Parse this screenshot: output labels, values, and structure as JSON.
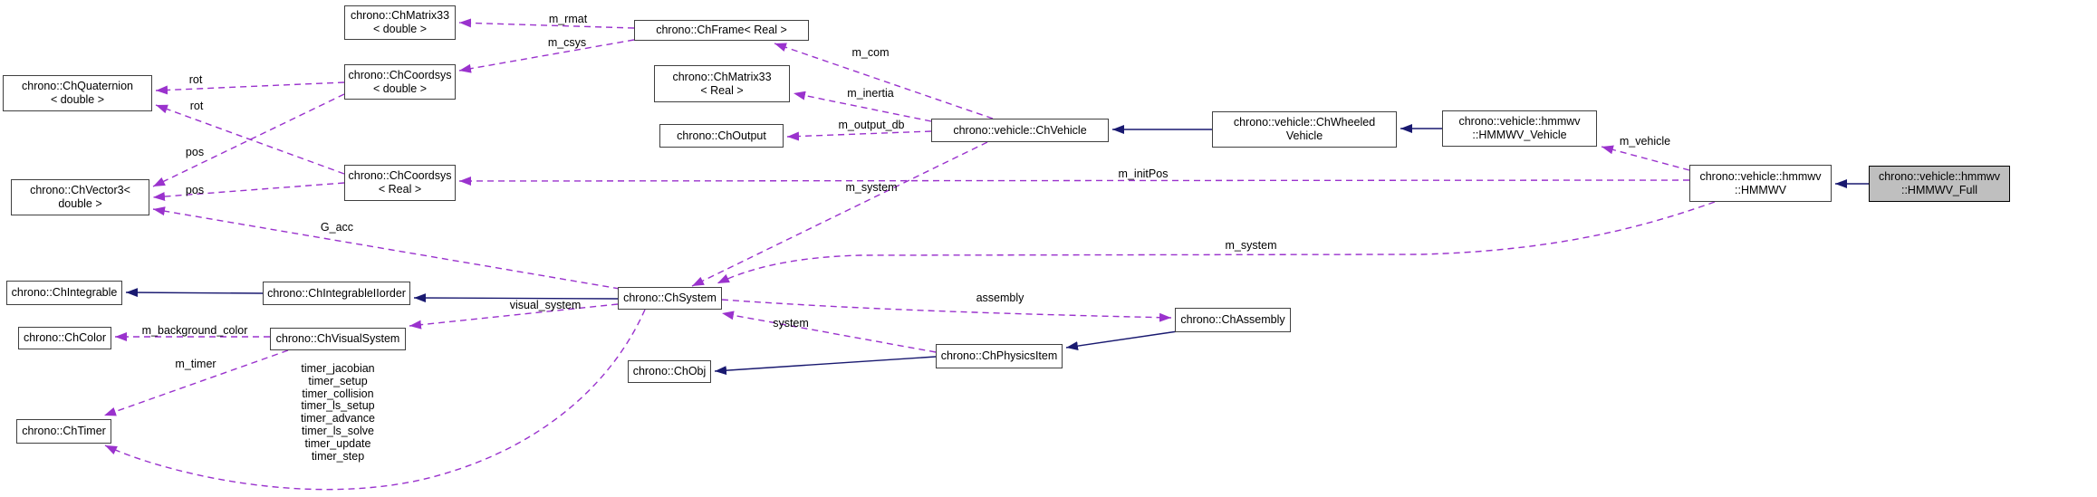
{
  "diagram_type": "class-collaboration-diagram",
  "colors": {
    "usage_edge": "#9a32cd",
    "inheritance_edge": "#191970",
    "node_border": "#404040",
    "node_fill": "#ffffff",
    "highlight_fill": "#bfbfbf",
    "background": "#ffffff"
  },
  "nodes": {
    "matrix33_double": {
      "label": "chrono::ChMatrix33\n< double >"
    },
    "quaternion_double": {
      "label": "chrono::ChQuaternion\n< double >"
    },
    "coordsys_double": {
      "label": "chrono::ChCoordsys\n< double >"
    },
    "coordsys_real": {
      "label": "chrono::ChCoordsys\n< Real >"
    },
    "vector3_double": {
      "label": "chrono::ChVector3<\ndouble >"
    },
    "frame_real": {
      "label": "chrono::ChFrame< Real >"
    },
    "matrix33_real": {
      "label": "chrono::ChMatrix33\n< Real >"
    },
    "choutput": {
      "label": "chrono::ChOutput"
    },
    "chvehicle": {
      "label": "chrono::vehicle::ChVehicle"
    },
    "chwheeledvehicle": {
      "label": "chrono::vehicle::ChWheeled\nVehicle"
    },
    "hmmwv_vehicle": {
      "label": "chrono::vehicle::hmmwv\n::HMMWV_Vehicle"
    },
    "hmmwv": {
      "label": "chrono::vehicle::hmmwv\n::HMMWV"
    },
    "hmmwv_full": {
      "label": "chrono::vehicle::hmmwv\n::HMMWV_Full"
    },
    "chintegrable": {
      "label": "chrono::ChIntegrable"
    },
    "chintegrableiiorder": {
      "label": "chrono::ChIntegrableIIorder"
    },
    "chcolor": {
      "label": "chrono::ChColor"
    },
    "chvisualsystem": {
      "label": "chrono::ChVisualSystem"
    },
    "chtimer": {
      "label": "chrono::ChTimer"
    },
    "chsystem": {
      "label": "chrono::ChSystem"
    },
    "chobj": {
      "label": "chrono::ChObj"
    },
    "chphysicsitem": {
      "label": "chrono::ChPhysicsItem"
    },
    "chassembly": {
      "label": "chrono::ChAssembly"
    }
  },
  "edge_labels": {
    "m_rmat": "m_rmat",
    "m_csys": "m_csys",
    "rot_upper": "rot",
    "rot_lower": "rot",
    "pos_upper": "pos",
    "pos_lower": "pos",
    "g_acc": "G_acc",
    "m_com": "m_com",
    "m_inertia": "m_inertia",
    "m_output_db": "m_output_db",
    "m_init_pos": "m_initPos",
    "m_system_vehicle": "m_system",
    "m_system_hmmwv": "m_system",
    "m_vehicle": "m_vehicle",
    "visual_system": "visual_system",
    "m_background_color": "m_background_color",
    "m_timer": "m_timer",
    "assembly": "assembly",
    "system": "system",
    "timers": "timer_jacobian\ntimer_setup\ntimer_collision\ntimer_ls_setup\ntimer_advance\ntimer_ls_solve\ntimer_update\ntimer_step"
  }
}
